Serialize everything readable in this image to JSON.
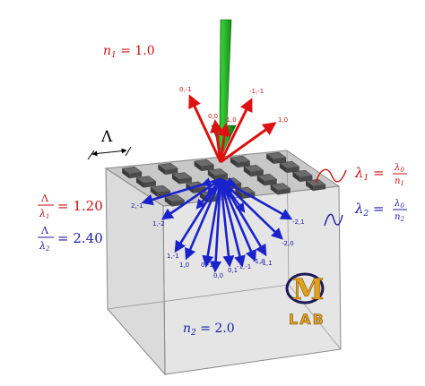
{
  "regions": {
    "n1": "n",
    "n1_sub": "1",
    "n1_value": " = 1.0",
    "n2": "n",
    "n2_sub": "2",
    "n2_value": " = 2.0"
  },
  "period_symbol": "Λ",
  "wavelengths": {
    "lambda1": {
      "symbol": "λ",
      "sub": "1",
      "eq": " = ",
      "num": "λ",
      "num_sub": "0",
      "den": "n",
      "den_sub": "1"
    },
    "lambda2": {
      "symbol": "λ",
      "sub": "2",
      "eq": " = ",
      "num": "λ",
      "num_sub": "0",
      "den": "n",
      "den_sub": "2"
    }
  },
  "ratios": {
    "r1": {
      "num": "Λ",
      "den": "λ",
      "den_sub": "1",
      "value": "= 1.20"
    },
    "r2": {
      "num": "Λ",
      "den": "λ",
      "den_sub": "2",
      "value": "= 2.40"
    }
  },
  "reflected_orders": [
    "0,-1",
    "-1,-1",
    "0,0",
    "-1,0",
    "1,0"
  ],
  "transmitted_orders": [
    "2,-1",
    "1,-2",
    "1,-1",
    "1,0",
    "0,-1",
    "0,0",
    "0,1",
    "-1,-1",
    "-1,0",
    "-1,1",
    "-2,1",
    "-2,0"
  ],
  "logo": {
    "text": "LAB",
    "letter": "M"
  },
  "colors": {
    "incident": "#22aa22",
    "reflected": "#dd1111",
    "transmitted": "#1a22cc",
    "region1_text": "#cc1111",
    "region2_text": "#1a1aaa",
    "box_fill": "#d9d9d9",
    "box_edge": "#888888",
    "grating_post": "#555555",
    "logo_gold": "#e0a020"
  }
}
